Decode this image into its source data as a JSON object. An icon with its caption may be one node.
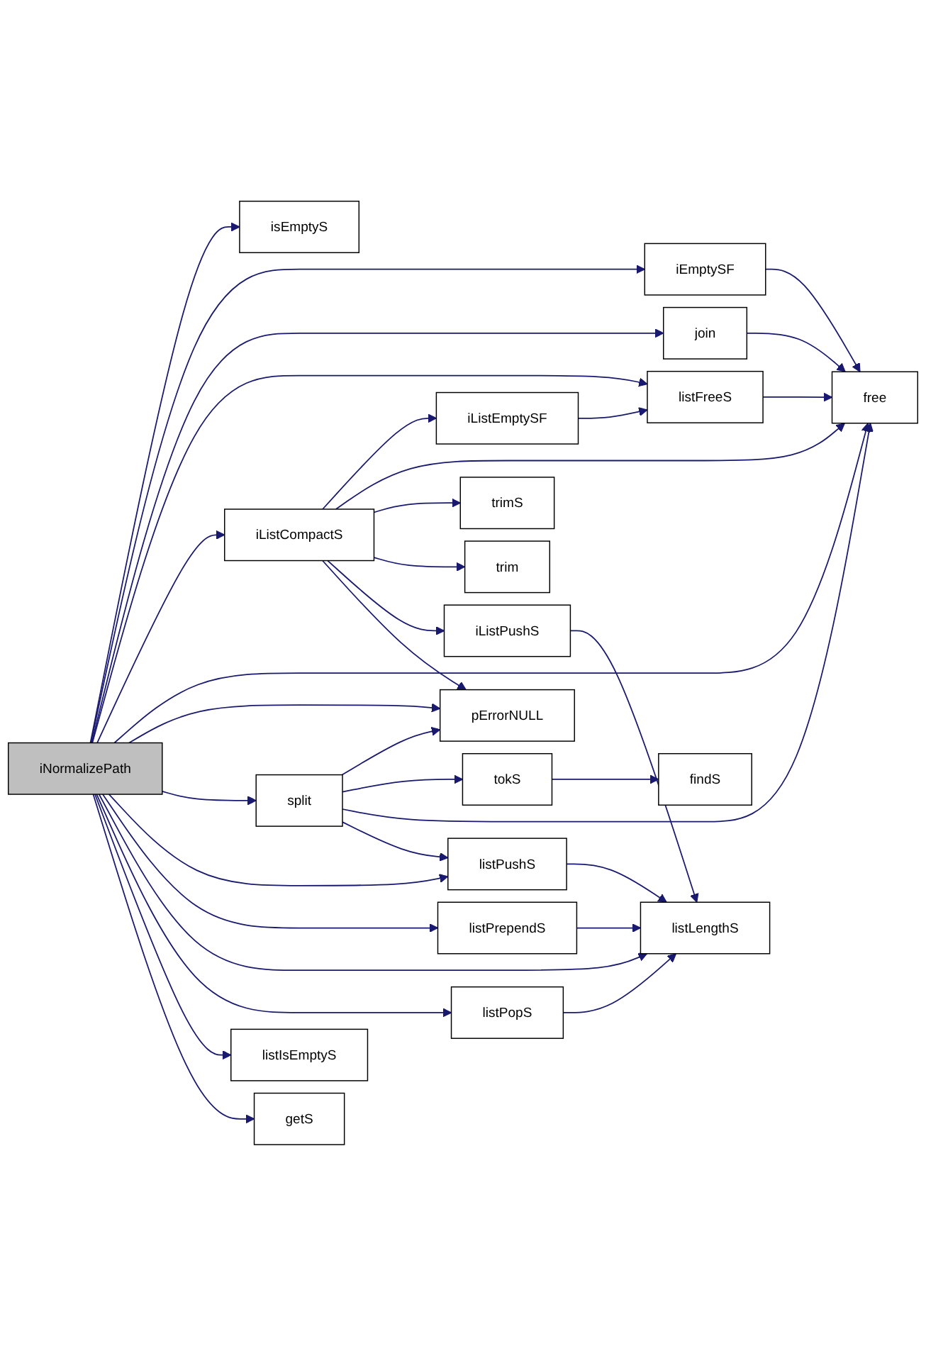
{
  "diagram": {
    "nodes": [
      {
        "text": [
          "iNormalizePath"
        ]
      },
      {
        "text": [
          "isEmptyS"
        ]
      },
      {
        "text": [
          "iEmptySF"
        ]
      },
      {
        "text": [
          "join"
        ]
      },
      {
        "text": [
          "listFreeS"
        ]
      },
      {
        "text": [
          "iListEmptySF"
        ]
      },
      {
        "text": [
          "free"
        ]
      },
      {
        "text": [
          "iListCompactS"
        ]
      },
      {
        "text": [
          "trimS"
        ]
      },
      {
        "text": [
          "trim"
        ]
      },
      {
        "text": [
          "iListPushS"
        ]
      },
      {
        "text": [
          "pErrorNULL"
        ]
      },
      {
        "text": [
          "split"
        ]
      },
      {
        "text": [
          "tokS"
        ]
      },
      {
        "text": [
          "findS"
        ]
      },
      {
        "text": [
          "listPushS"
        ]
      },
      {
        "text": [
          "listPrependS"
        ]
      },
      {
        "text": [
          "listLengthS"
        ]
      },
      {
        "text": [
          "listPopS"
        ]
      },
      {
        "text": [
          "listIsEmptyS"
        ]
      },
      {
        "text": [
          "getS"
        ]
      }
    ],
    "edges": [
      {
        "from": 0,
        "to": 1,
        "arrow": "to"
      },
      {
        "from": 0,
        "to": 2,
        "arrow": "to"
      },
      {
        "from": 0,
        "to": 3,
        "arrow": "to"
      },
      {
        "from": 0,
        "to": 4,
        "arrow": "to"
      },
      {
        "from": 0,
        "to": 7,
        "arrow": "to"
      },
      {
        "from": 0,
        "to": 6,
        "arrow": "to"
      },
      {
        "from": 0,
        "to": 11,
        "arrow": "to"
      },
      {
        "from": 0,
        "to": 12,
        "arrow": "to"
      },
      {
        "from": 0,
        "to": 15,
        "arrow": "to"
      },
      {
        "from": 0,
        "to": 16,
        "arrow": "to"
      },
      {
        "from": 0,
        "to": 17,
        "arrow": "to"
      },
      {
        "from": 0,
        "to": 18,
        "arrow": "to"
      },
      {
        "from": 0,
        "to": 19,
        "arrow": "to"
      },
      {
        "from": 0,
        "to": 20,
        "arrow": "to"
      },
      {
        "from": 2,
        "to": 6,
        "arrow": "to"
      },
      {
        "from": 3,
        "to": 6,
        "arrow": "to"
      },
      {
        "from": 4,
        "to": 6,
        "arrow": "to"
      },
      {
        "from": 5,
        "to": 4,
        "arrow": "to"
      },
      {
        "from": 7,
        "to": 5,
        "arrow": "to"
      },
      {
        "from": 7,
        "to": 6,
        "arrow": "to"
      },
      {
        "from": 7,
        "to": 8,
        "arrow": "to"
      },
      {
        "from": 7,
        "to": 9,
        "arrow": "to"
      },
      {
        "from": 7,
        "to": 10,
        "arrow": "to"
      },
      {
        "from": 7,
        "to": 11,
        "arrow": "to"
      },
      {
        "from": 10,
        "to": 17,
        "arrow": "to"
      },
      {
        "from": 12,
        "to": 11,
        "arrow": "to"
      },
      {
        "from": 12,
        "to": 13,
        "arrow": "to"
      },
      {
        "from": 12,
        "to": 6,
        "arrow": "to"
      },
      {
        "from": 12,
        "to": 15,
        "arrow": "to"
      },
      {
        "from": 13,
        "to": 14,
        "arrow": "to"
      },
      {
        "from": 15,
        "to": 17,
        "arrow": "to"
      },
      {
        "from": 16,
        "to": 17,
        "arrow": "to"
      },
      {
        "from": 18,
        "to": 17,
        "arrow": "to"
      }
    ]
  }
}
